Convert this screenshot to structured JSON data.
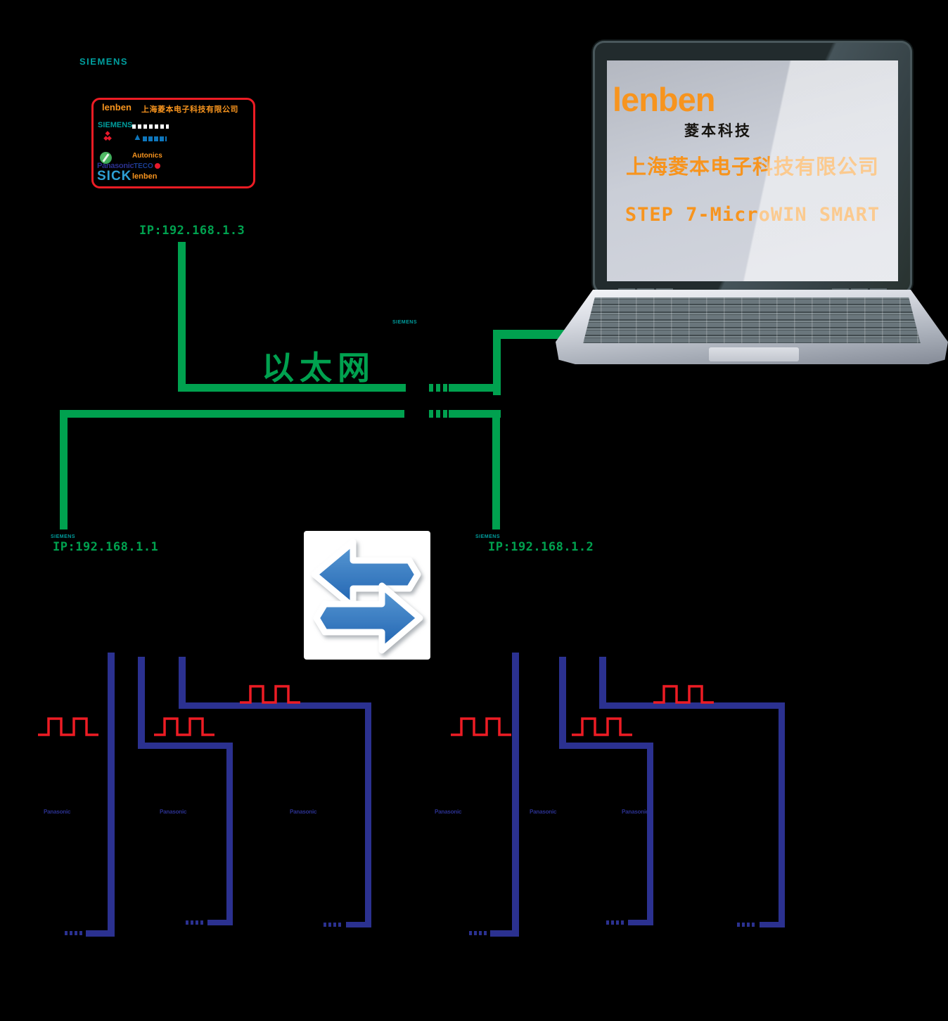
{
  "colors": {
    "green": "#00a14f",
    "teal": "#009e9e",
    "navy": "#2b3190",
    "red": "#ed1c24",
    "orange": "#f7941e"
  },
  "header": {
    "siemens_label": "SIEMENS"
  },
  "plc_panel": {
    "lenben": "lenben",
    "company": "上海菱本电子科技有限公司",
    "siemens": "SIEMENS",
    "panasonic": "Panasonic",
    "sick": "SICK",
    "autonics": "Autonics",
    "teco": "TECO",
    "lenben_small": "lenben",
    "mitsubishi_glyph_top": "◆",
    "mitsubishi_glyph_bottom": "◆◆",
    "delta_glyph": "▲"
  },
  "plc": {
    "ip": "IP:192.168.1.3"
  },
  "ethernet": {
    "label": "以太网"
  },
  "laptop": {
    "tag": "SIEMENS",
    "logo": "lenben",
    "logo_subtitle": "菱本科技",
    "company": "上海菱本电子科技有限公司",
    "software": "STEP 7-MicroWIN SMART"
  },
  "plc_left": {
    "tag": "SIEMENS",
    "ip": "IP:192.168.1.1"
  },
  "plc_right": {
    "tag": "SIEMENS",
    "ip": "IP:192.168.1.2"
  },
  "drives": {
    "brand": "Panasonic"
  }
}
